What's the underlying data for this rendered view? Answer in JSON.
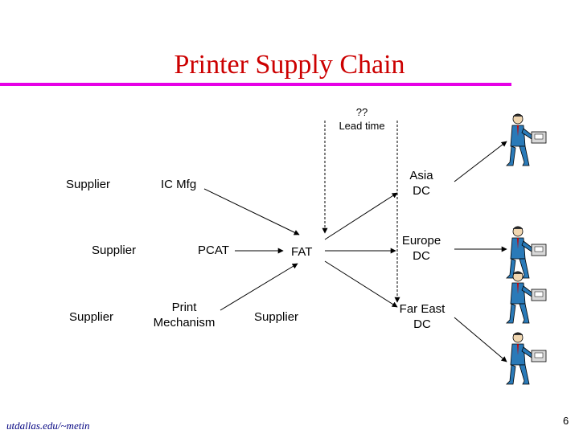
{
  "slide": {
    "title": "Printer Supply Chain",
    "lead_time_marker": "??",
    "lead_time_label": "Lead time",
    "footer": "utdallas.edu/~metin",
    "page_number": "6"
  },
  "nodes": {
    "supplier_1": "Supplier",
    "supplier_2": "Supplier",
    "supplier_3": "Supplier",
    "ic_mfg": "IC Mfg",
    "pcat": "PCAT",
    "print_mechanism_line1": "Print",
    "print_mechanism_line2": "Mechanism",
    "fat": "FAT",
    "supplier_4": "Supplier",
    "asia_line1": "Asia",
    "asia_line2": "DC",
    "europe_line1": "Europe",
    "europe_line2": "DC",
    "far_east_line1": "Far East",
    "far_east_line2": "DC"
  },
  "icons": {
    "customers": [
      "businessman-icon",
      "businessman-icon",
      "businessman-icon",
      "businessman-icon"
    ]
  },
  "colors": {
    "title": "#cc0000",
    "title_rule": "#e600e6",
    "footer": "#000080",
    "customer_suit": "#2a7ab8"
  }
}
